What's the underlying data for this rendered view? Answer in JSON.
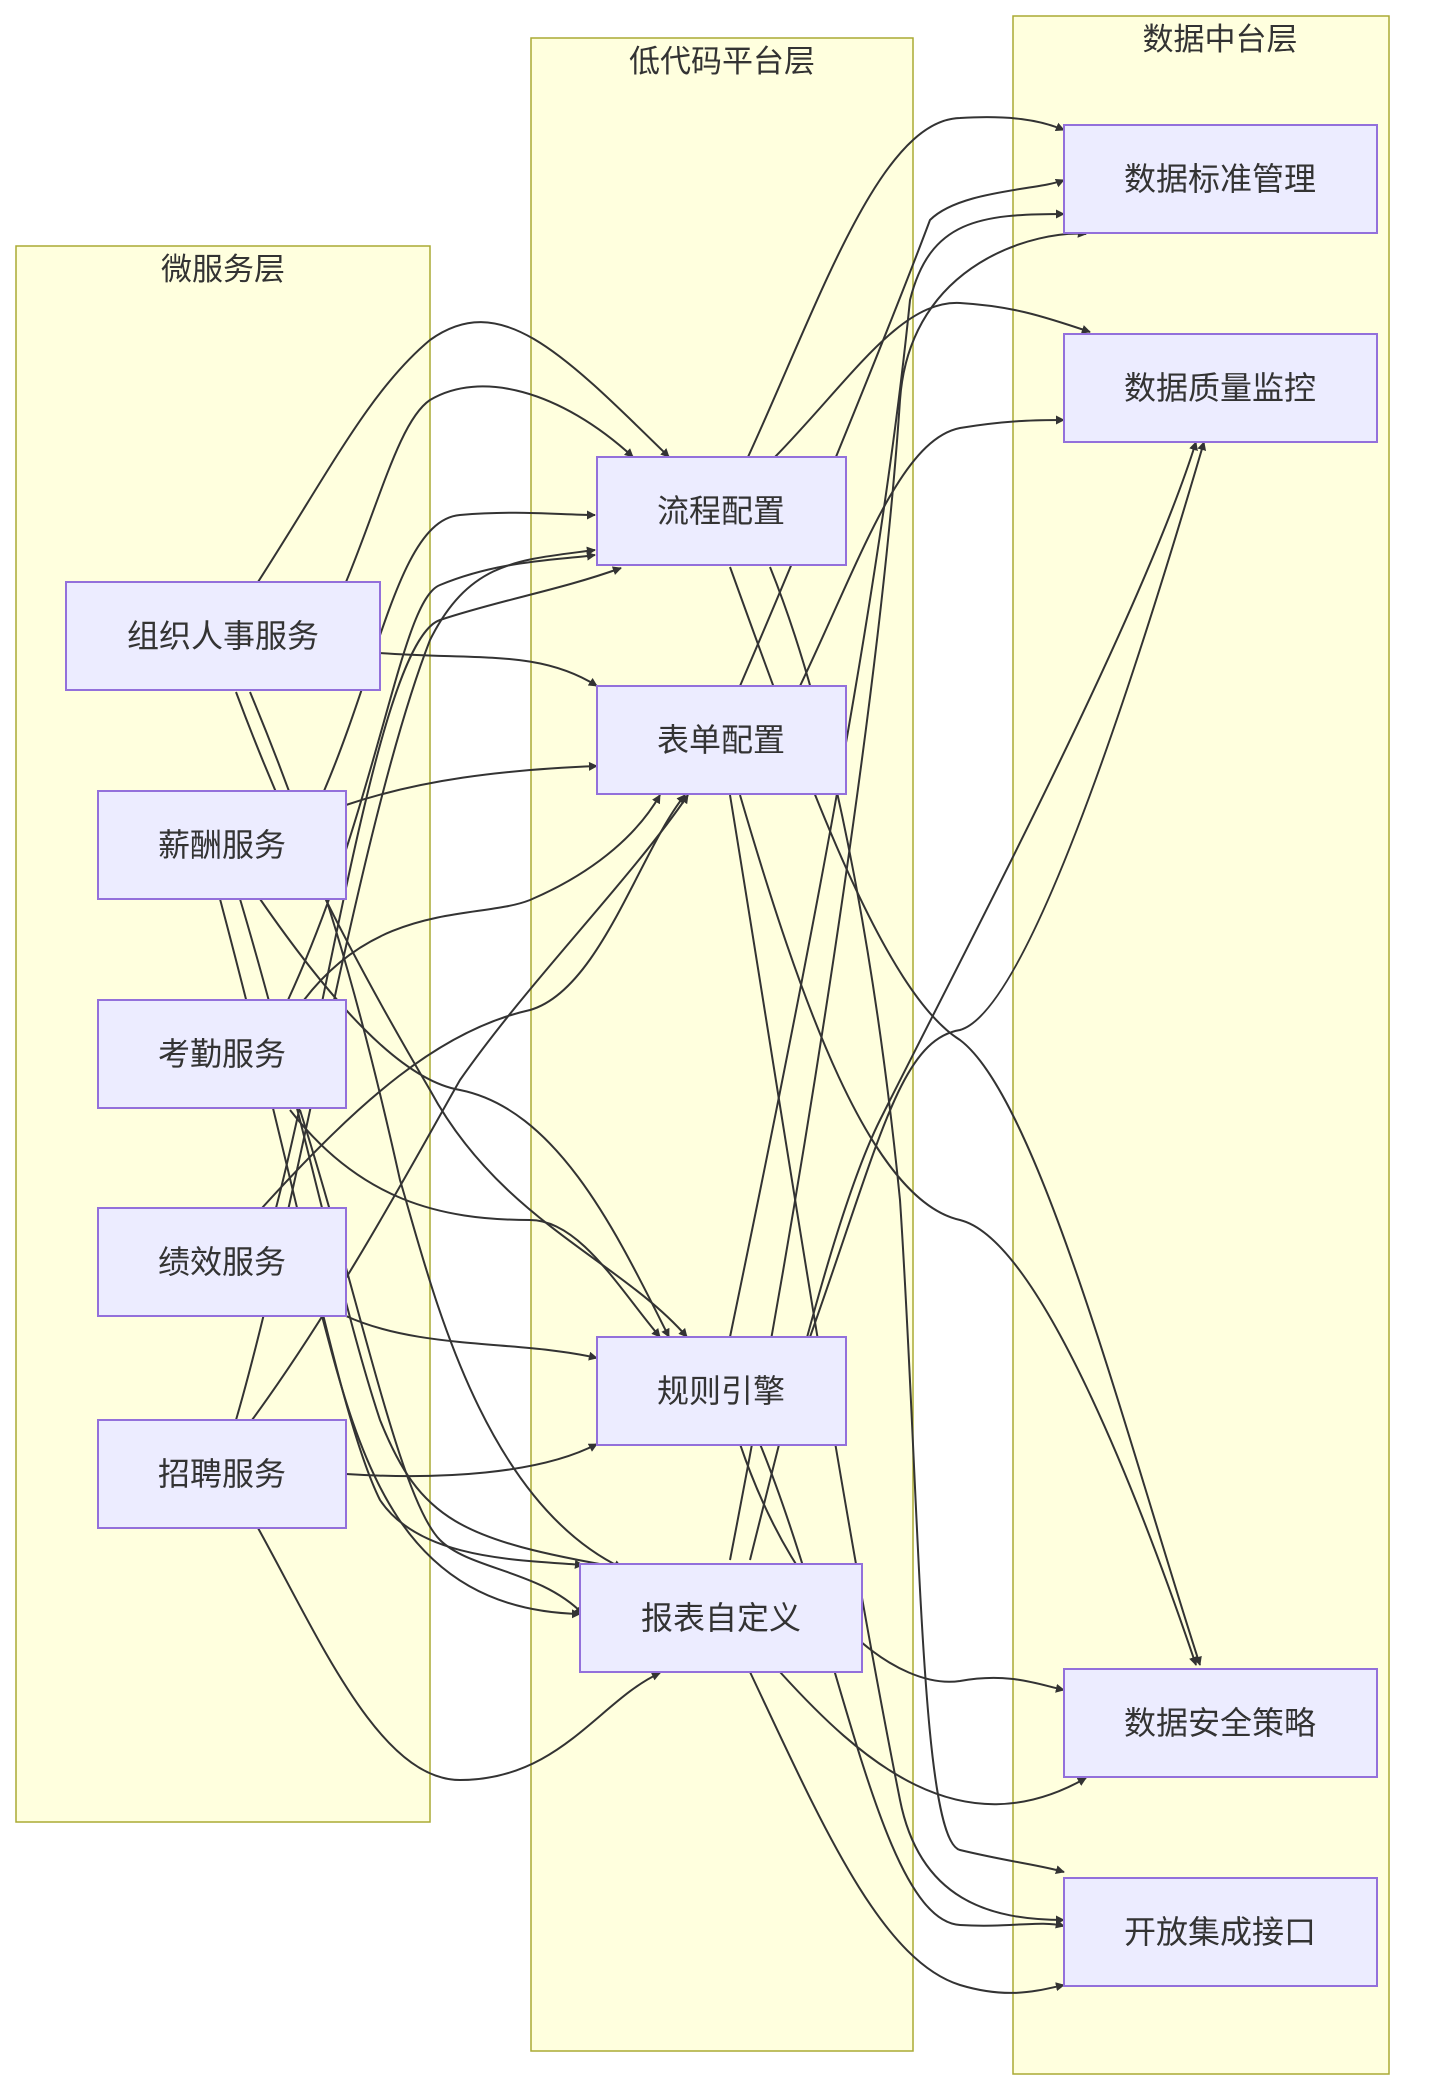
{
  "clusters": {
    "microservice": {
      "title": "微服务层"
    },
    "lowcode": {
      "title": "低代码平台层"
    },
    "datacenter": {
      "title": "数据中台层"
    }
  },
  "nodes": {
    "org": "组织人事服务",
    "salary": "薪酬服务",
    "attendance": "考勤服务",
    "performance": "绩效服务",
    "recruit": "招聘服务",
    "flow": "流程配置",
    "form": "表单配置",
    "rule": "规则引擎",
    "report": "报表自定义",
    "std": "数据标准管理",
    "quality": "数据质量监控",
    "security": "数据安全策略",
    "openapi": "开放集成接口"
  }
}
